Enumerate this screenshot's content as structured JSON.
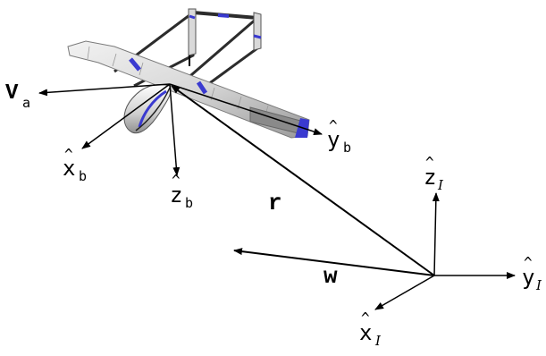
{
  "labels": {
    "va_main": "V",
    "va_sub": "a",
    "xb_main": "x",
    "xb_sub": "b",
    "zb_main": "z",
    "zb_sub": "b",
    "yb_main": "y",
    "yb_sub": "b",
    "r": "r",
    "w": "w",
    "zI_main": "z",
    "zI_sub": "I",
    "yI_main": "y",
    "yI_sub": "I",
    "xI_main": "x",
    "xI_sub": "I",
    "hat": "^"
  },
  "colors": {
    "line": "#000000",
    "wing_light": "#e6e6e6",
    "wing_mid": "#bdbdbd",
    "wing_dark": "#7a7a7a",
    "accent_blue": "#3a3ad0",
    "frame": "#333333"
  }
}
